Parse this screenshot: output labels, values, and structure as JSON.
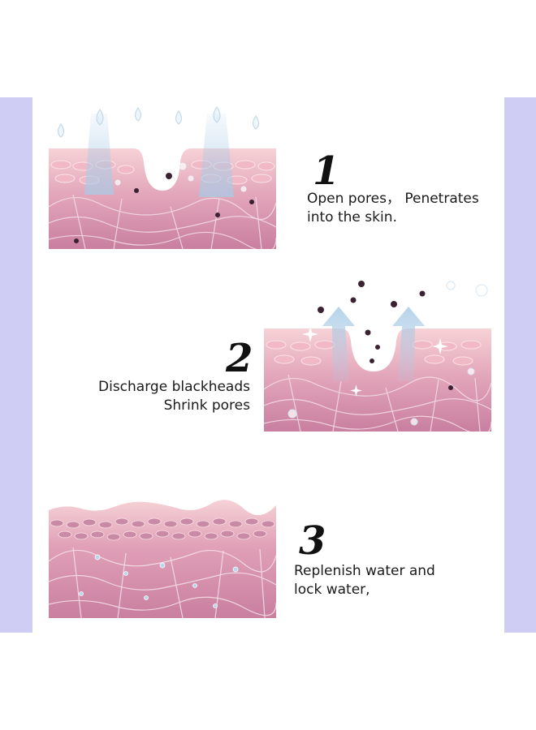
{
  "colors": {
    "side_bar": "#cfcdf3",
    "skin_top": "#f6d2d6",
    "skin_bottom": "#c97fa0",
    "cell_line": "#f7e4ea",
    "blackhead": "#3a2233",
    "water": "#a9cbe6"
  },
  "steps": [
    {
      "number": "1",
      "lines": [
        "Open pores， Penetrates",
        "into the skin."
      ]
    },
    {
      "number": "2",
      "lines": [
        "Discharge blackheads",
        "Shrink pores"
      ]
    },
    {
      "number": "3",
      "lines": [
        "Replenish water and",
        "lock water,"
      ]
    }
  ],
  "icons": [
    "water-drop-icon",
    "blackhead-icon",
    "up-arrow-icon",
    "sparkle-icon"
  ]
}
